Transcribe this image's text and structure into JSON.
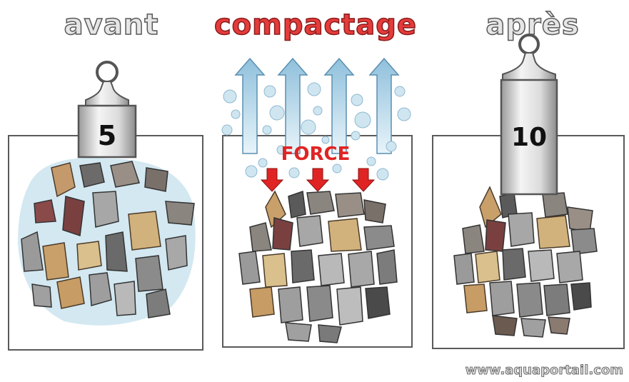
{
  "panels": {
    "before": {
      "title": "avant",
      "weight": "5"
    },
    "compaction": {
      "title": "compactage",
      "force_label": "FORCE"
    },
    "after": {
      "title": "après",
      "weight": "10"
    }
  },
  "credit": "www.aquaportail.com",
  "colors": {
    "title_before_after": "#e6e6e6",
    "title_compaction": "#e53b3b",
    "force": "#e02424",
    "water": "#c9e3ef",
    "air_arrow": "#a9cfe4"
  }
}
